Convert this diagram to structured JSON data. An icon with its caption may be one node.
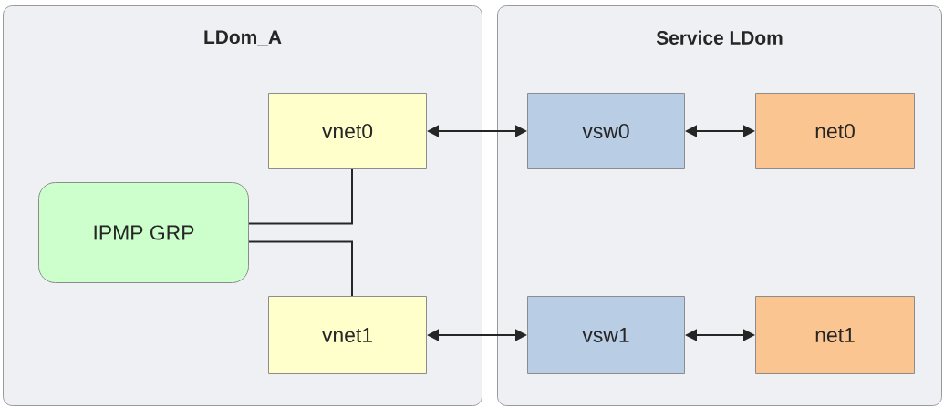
{
  "diagram": {
    "nodes": [
      {
        "text": [
          "LDom_A"
        ]
      },
      {
        "text": [
          "Service LDom"
        ]
      },
      {
        "text": [
          "vnet0"
        ],
        "in": 0
      },
      {
        "text": [
          "IPMP GRP"
        ],
        "in": 0
      },
      {
        "text": [
          "vnet1"
        ],
        "in": 0
      },
      {
        "text": [
          "vsw0"
        ],
        "in": 1
      },
      {
        "text": [
          "net0"
        ],
        "in": 1
      },
      {
        "text": [
          "vsw1"
        ],
        "in": 1
      },
      {
        "text": [
          "net1"
        ],
        "in": 1
      }
    ],
    "edges": [
      {
        "from": 2,
        "to": 5,
        "arrow": "both"
      },
      {
        "from": 5,
        "to": 6,
        "arrow": "both"
      },
      {
        "from": 3,
        "to": 2,
        "arrow": "none"
      },
      {
        "from": 3,
        "to": 4,
        "arrow": "none"
      },
      {
        "from": 4,
        "to": 7,
        "arrow": "both"
      },
      {
        "from": 7,
        "to": 8,
        "arrow": "both"
      }
    ]
  }
}
